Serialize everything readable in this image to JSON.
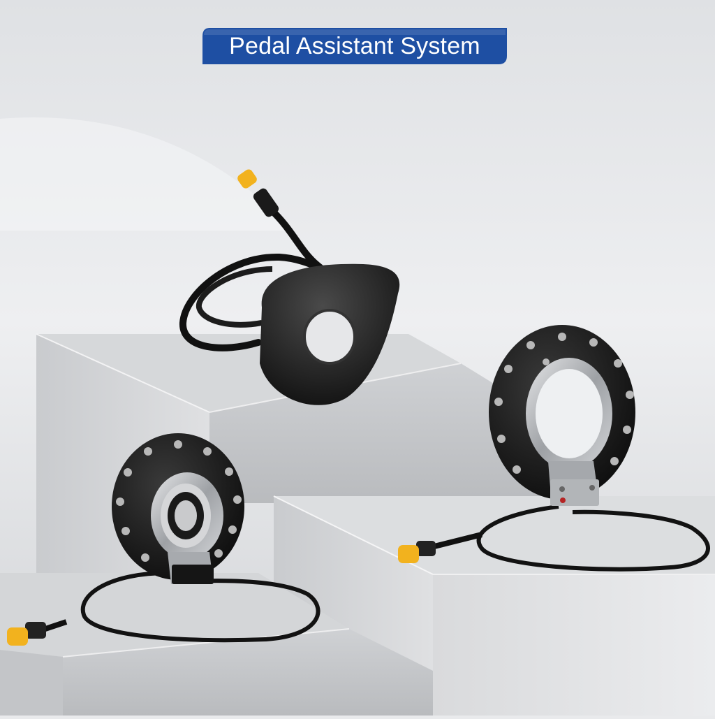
{
  "banner": {
    "title": "Pedal Assistant System",
    "color": "#1e4fa3"
  },
  "scene": {
    "products": [
      {
        "id": "sensor-housing",
        "color": "#1a1a1a"
      },
      {
        "id": "magnet-disc-12",
        "color": "#141414"
      },
      {
        "id": "magnet-disc-10",
        "color": "#141414"
      }
    ],
    "connector_color": "#f2b21e",
    "bracket_color": "#b7b9bc"
  }
}
